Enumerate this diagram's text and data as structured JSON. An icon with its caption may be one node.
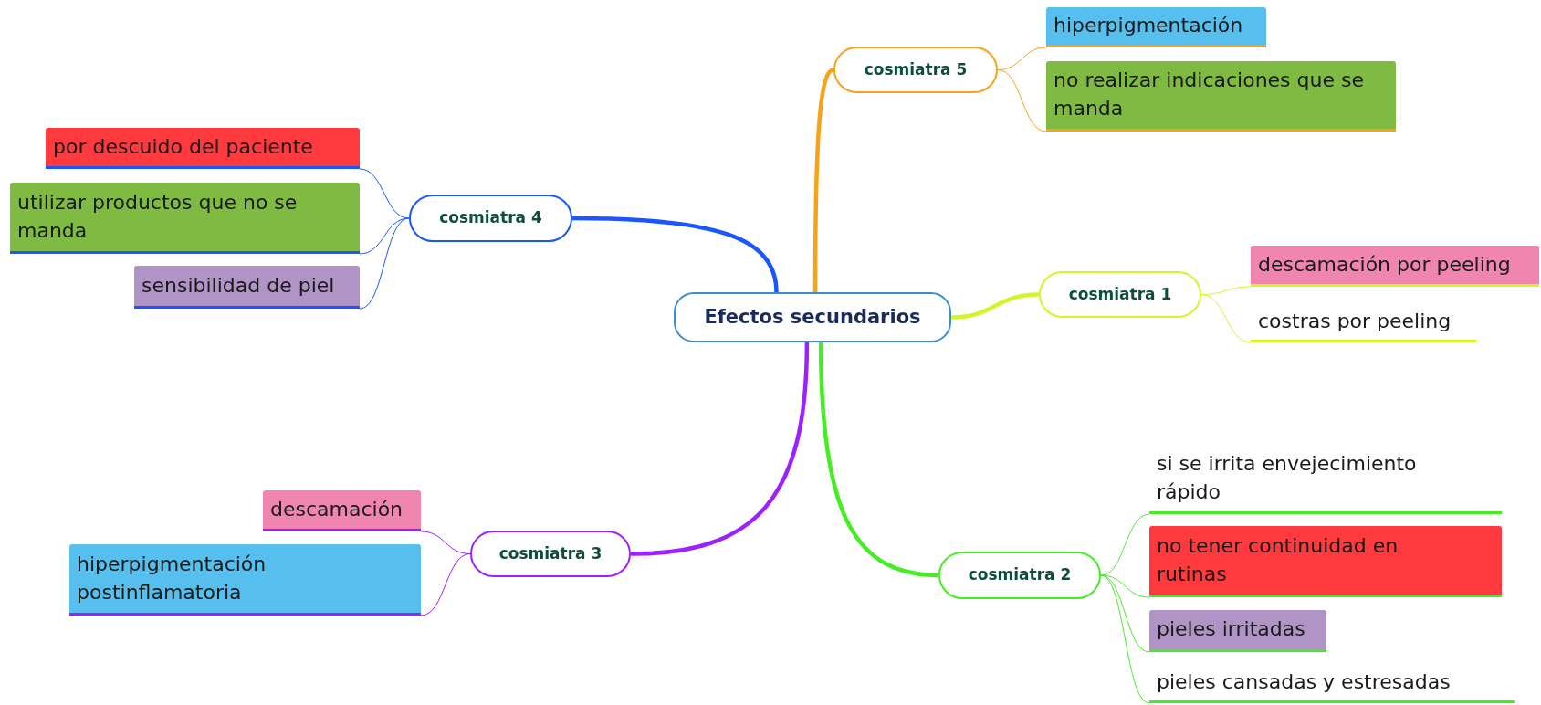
{
  "diagram": {
    "nodes": [
      {
        "text": [
          "Efectos secundarios"
        ]
      },
      {
        "text": [
          "cosmiatra 5"
        ]
      },
      {
        "text": [
          "hiperpigmentación"
        ]
      },
      {
        "text": [
          "no realizar indicaciones que se manda"
        ]
      },
      {
        "text": [
          "cosmiatra 1"
        ]
      },
      {
        "text": [
          "descamación por peeling"
        ]
      },
      {
        "text": [
          "costras por peeling"
        ]
      },
      {
        "text": [
          "cosmiatra 2"
        ]
      },
      {
        "text": [
          "si se irrita envejecimiento rápido"
        ]
      },
      {
        "text": [
          "no tener continuidad en rutinas"
        ]
      },
      {
        "text": [
          "pieles irritadas"
        ]
      },
      {
        "text": [
          "pieles cansadas y estresadas"
        ]
      },
      {
        "text": [
          "cosmiatra 3"
        ]
      },
      {
        "text": [
          "descamación"
        ]
      },
      {
        "text": [
          "hiperpigmentación postinflamatoria"
        ]
      },
      {
        "text": [
          "cosmiatra 4"
        ]
      },
      {
        "text": [
          "por descuido del paciente"
        ]
      },
      {
        "text": [
          "utilizar productos que no se manda"
        ]
      },
      {
        "text": [
          "sensibilidad de piel"
        ]
      }
    ],
    "edges": [
      {
        "from": 0,
        "to": 1,
        "arrow": "none",
        "style": "thick",
        "color": "#f7a21b"
      },
      {
        "from": 0,
        "to": 4,
        "arrow": "none",
        "style": "thick",
        "color": "#d4f52a"
      },
      {
        "from": 0,
        "to": 7,
        "arrow": "none",
        "style": "thick",
        "color": "#44ee22"
      },
      {
        "from": 0,
        "to": 12,
        "arrow": "none",
        "style": "thick",
        "color": "#9b22ff"
      },
      {
        "from": 0,
        "to": 15,
        "arrow": "none",
        "style": "thick",
        "color": "#1a56ff"
      },
      {
        "from": 1,
        "to": 2,
        "arrow": "none",
        "color": "#f7a21b"
      },
      {
        "from": 1,
        "to": 3,
        "arrow": "none",
        "color": "#f7a21b"
      },
      {
        "from": 4,
        "to": 5,
        "arrow": "none",
        "color": "#d4f52a"
      },
      {
        "from": 4,
        "to": 6,
        "arrow": "none",
        "color": "#d4f52a"
      },
      {
        "from": 7,
        "to": 8,
        "arrow": "none",
        "color": "#44ee22"
      },
      {
        "from": 7,
        "to": 9,
        "arrow": "none",
        "color": "#44ee22"
      },
      {
        "from": 7,
        "to": 10,
        "arrow": "none",
        "color": "#44ee22"
      },
      {
        "from": 7,
        "to": 11,
        "arrow": "none",
        "color": "#44ee22"
      },
      {
        "from": 12,
        "to": 13,
        "arrow": "none",
        "color": "#9b22ff"
      },
      {
        "from": 12,
        "to": 14,
        "arrow": "none",
        "color": "#9b22ff"
      },
      {
        "from": 15,
        "to": 16,
        "arrow": "none",
        "color": "#1a56ff"
      },
      {
        "from": 15,
        "to": 17,
        "arrow": "none",
        "color": "#1a56ff"
      },
      {
        "from": 15,
        "to": 18,
        "arrow": "none",
        "color": "#1a56ff"
      }
    ]
  }
}
